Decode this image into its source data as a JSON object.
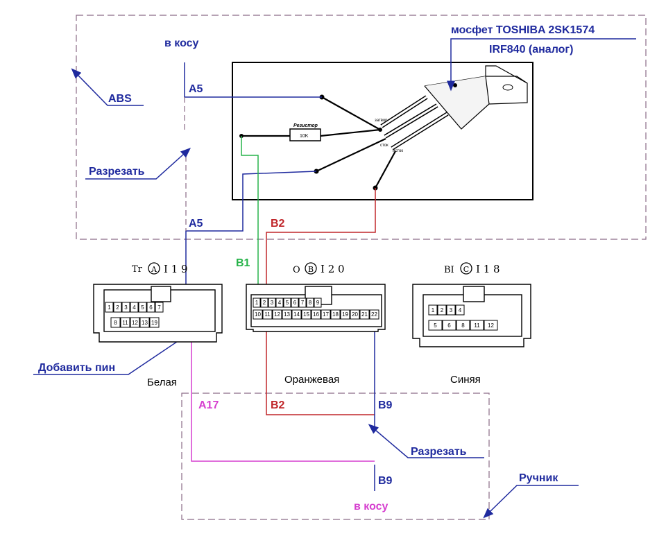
{
  "colors": {
    "blue": "#1f2a9e",
    "red": "#c0262a",
    "green": "#27b34a",
    "magenta": "#d63fcf",
    "frame": "#8a6a86",
    "black": "#000000"
  },
  "mosfet": {
    "title_line1": "мосфет TOSHIBA 2SK1574",
    "title_line2": "IRF840 (аналог)",
    "resistor_label": "Резистор",
    "resistor_value": "10K",
    "pin_gate": "затвор",
    "pin_drain": "сток",
    "pin_source": "исток"
  },
  "abs": {
    "label": "ABS",
    "to_harness": "в косу",
    "cut": "Разрезать",
    "wire_a5_top": "A5",
    "wire_a5_bottom": "A5"
  },
  "wires": {
    "b1": "B1",
    "b2_top": "B2",
    "b2_bottom": "B2",
    "a17": "A17",
    "b9_top": "B9",
    "b9_bottom": "B9"
  },
  "connectors": {
    "a": {
      "prefix": "Tr",
      "letter": "A",
      "code": "I 1 9",
      "color_name": "Белая"
    },
    "b": {
      "prefix": "O",
      "letter": "B",
      "code": "I 2 0",
      "color_name": "Оранжевая"
    },
    "c": {
      "prefix": "BI",
      "letter": "C",
      "code": "I 1 8",
      "color_name": "Синяя"
    }
  },
  "annotations": {
    "add_pin": "Добавить пин",
    "cut_bottom": "Разрезать",
    "handbrake": "Ручник",
    "to_harness_bottom": "в косу"
  },
  "pins": {
    "a_top": [
      "1",
      "2",
      "3",
      "4",
      "5",
      "6",
      "7"
    ],
    "a_bottom": [
      "8",
      "11",
      "12",
      "13",
      "19"
    ],
    "b_top": [
      "1",
      "2",
      "3",
      "4",
      "5",
      "6",
      "7",
      "8",
      "9"
    ],
    "b_bottom": [
      "10",
      "11",
      "12",
      "13",
      "14",
      "15",
      "16",
      "17",
      "18",
      "19",
      "20",
      "21",
      "22"
    ],
    "c_top": [
      "1",
      "2",
      "3",
      "4"
    ],
    "c_bottom": [
      "5",
      "6",
      "8",
      "11",
      "12"
    ]
  }
}
